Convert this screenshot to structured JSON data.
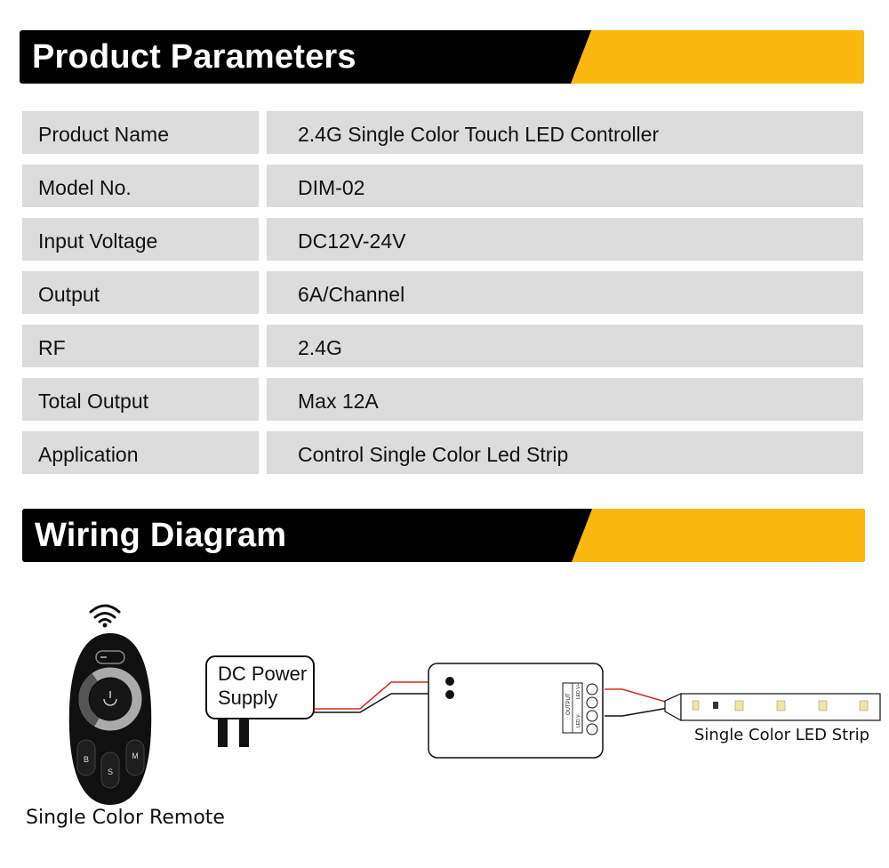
{
  "sections": {
    "parameters_title": "Product Parameters",
    "wiring_title": "Wiring Diagram"
  },
  "parameters": [
    {
      "label": "Product Name",
      "value": "2.4G Single Color Touch LED Controller"
    },
    {
      "label": "Model No.",
      "value": "DIM-02"
    },
    {
      "label": "Input Voltage",
      "value": "DC12V-24V"
    },
    {
      "label": "Output",
      "value": "6A/Channel"
    },
    {
      "label": "RF",
      "value": "2.4G"
    },
    {
      "label": "Total Output",
      "value": "Max 12A"
    },
    {
      "label": "Application",
      "value": "Control Single Color Led Strip"
    }
  ],
  "wiring": {
    "remote_caption": "Single Color Remote",
    "power_label_line1": "DC Power",
    "power_label_line2": "Supply",
    "strip_caption": "Single Color LED Strip",
    "output_label": "OUTPUT",
    "led_pos_label": "LED V+",
    "led_neg_label": "LED V-",
    "remote_b": "B",
    "remote_s": "S",
    "remote_m": "M"
  },
  "colors": {
    "accent": "#fbb80f",
    "banner": "#000000",
    "cell": "#dcdcdc",
    "wire_red": "#d42a1f"
  }
}
